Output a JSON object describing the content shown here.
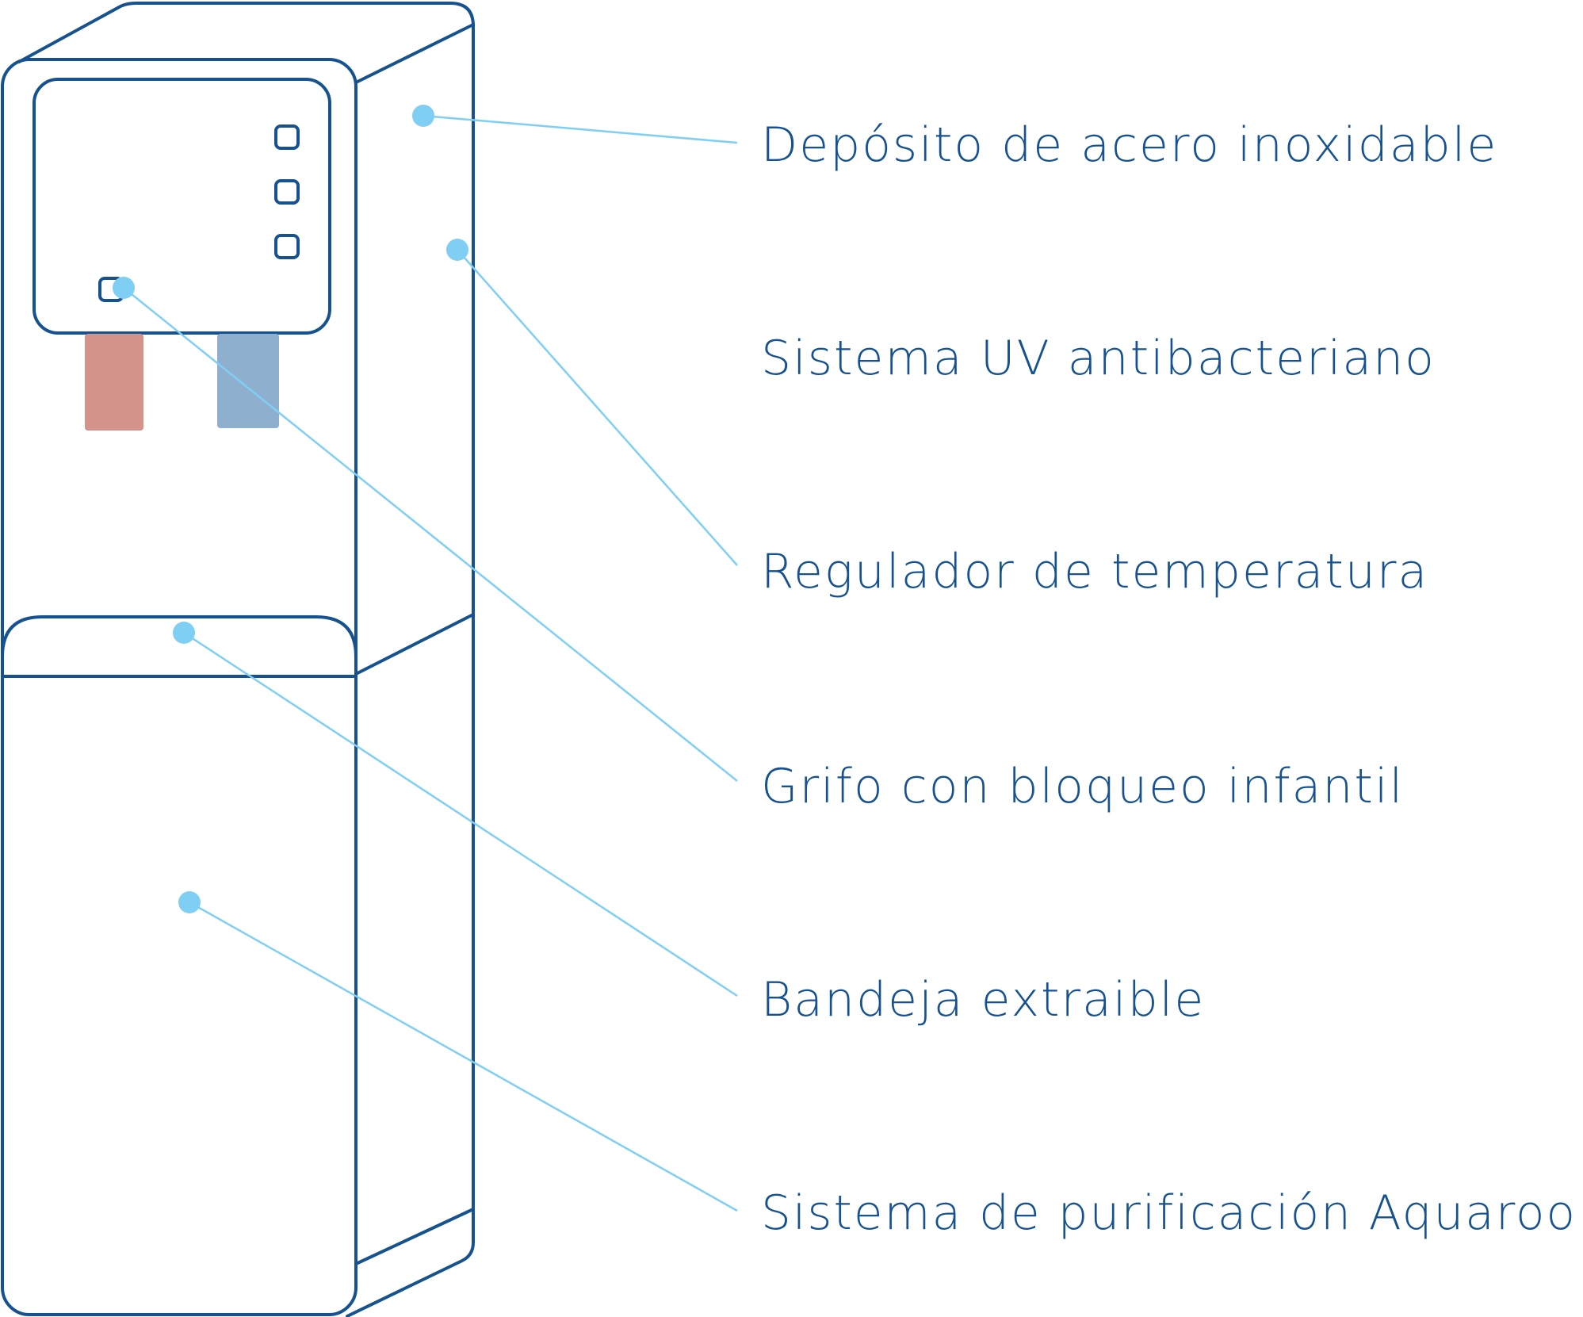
{
  "colors": {
    "outline": "#16528F",
    "leader": "#7FCFF4",
    "hot_tap": "#D3928A",
    "cold_tap": "#8FAFCF",
    "label": "#16528F"
  },
  "callouts": [
    {
      "id": "deposito",
      "label": "Depósito de acero inoxidable"
    },
    {
      "id": "uv",
      "label": "Sistema UV antibacteriano"
    },
    {
      "id": "regulador",
      "label": "Regulador de temperatura"
    },
    {
      "id": "grifo",
      "label": "Grifo con bloqueo infantil"
    },
    {
      "id": "bandeja",
      "label": "Bandeja extraible"
    },
    {
      "id": "purificacion",
      "label": "Sistema de purificación Aquaroo"
    }
  ]
}
